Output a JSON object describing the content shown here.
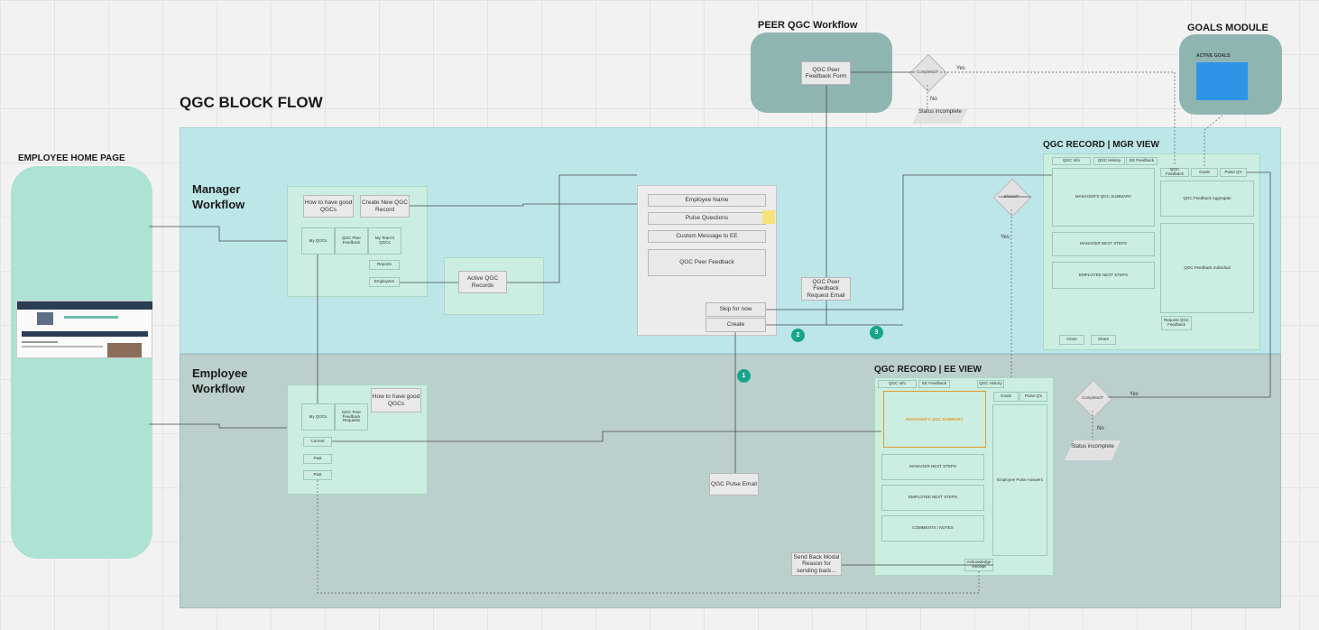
{
  "titles": {
    "peer_qgc": "PEER QGC Workflow",
    "goals_module": "GOALS MODULE",
    "block_flow": "QGC BLOCK FLOW",
    "employee_home": "EMPLOYEE HOME PAGE",
    "manager_workflow": "Manager Workflow",
    "employee_workflow": "Employee Workflow",
    "mgr_view": "QGC RECORD | MGR VIEW",
    "ee_view": "QGC RECORD | EE VIEW"
  },
  "peer": {
    "form": "QGC Peer Feedback Form",
    "completed": "Completed?",
    "yes": "Yes",
    "no": "No",
    "status": "Status incomplete"
  },
  "goals": {
    "active": "ACTIVE GOALS",
    "accent": "#2e94e8"
  },
  "manager": {
    "how_to": "How to have good QGCs",
    "create_new": "Create New QGC Record",
    "my_qgcs": "My QGCs",
    "peer_feedback": "QGC Peer Feedback",
    "my_team": "My Team's QGCs",
    "reports": "Reports",
    "employees": "Employees",
    "active_records": "Active QGC Records"
  },
  "create_form": {
    "employee_name": "Employee Name",
    "pulse_questions": "Pulse Questions",
    "custom_message": "Custom Message to EE",
    "peer_feedback": "QGC Peer Feedback",
    "skip": "Skip for now",
    "create": "Create"
  },
  "peer_request": {
    "label": "QGC Peer Feedback Request Email"
  },
  "steps": [
    "1",
    "2",
    "3"
  ],
  "mgr_view": {
    "tabs": [
      "QGC Info",
      "QGC History",
      "EE Feedback"
    ],
    "shared": "Shared?",
    "yes": "Yes",
    "summary": "MANAGER'S QGC SUMMARY",
    "mgr_next": "MANAGER NEXT STEPS",
    "ee_next": "EMPLOYEE NEXT STEPS",
    "right_tabs": [
      "QGC Feedback",
      "Goals",
      "Pulse Q's"
    ],
    "aggregate": "QGC Feedback Aggregate",
    "individual": "QGC Feedback Individual",
    "request": "Request QGC Feedback",
    "close": "Close",
    "share": "Share"
  },
  "employee": {
    "how_to": "How to have good QGCs",
    "my_qgcs": "My QGCs",
    "peer_requests": "QGC Peer Feedback Requests",
    "current": "Current",
    "past1": "Past",
    "past2": "Past"
  },
  "pulse_email": "QGC Pulse Email",
  "ee_view": {
    "tabs": [
      "QGC Info",
      "EE Feedback",
      "QGC History"
    ],
    "summary": "MANAGER'S QGC SUMMARY",
    "mgr_next": "MANAGER NEXT STEPS",
    "ee_next": "EMPLOYEE NEXT STEPS",
    "comments": "COMMENTS / NOTES",
    "goals": "Goals",
    "pulse": "Pulse Q's",
    "pulse_answers": "Employee Pulse Answers",
    "acknowledge": "Acknowledge Receipt",
    "completed": "Completed?",
    "yes": "Yes",
    "no": "No",
    "status": "Status incomplete"
  },
  "send_back": "Send Back Modal Reason for sending back...",
  "colors": {
    "manager_band": "#bde6e9",
    "employee_band": "#bbcfcd",
    "mint": "#ade2d4",
    "peer_panel": "#8fb5b1",
    "inner_panel": "#cbeee1",
    "teal_circle": "#17a589"
  }
}
